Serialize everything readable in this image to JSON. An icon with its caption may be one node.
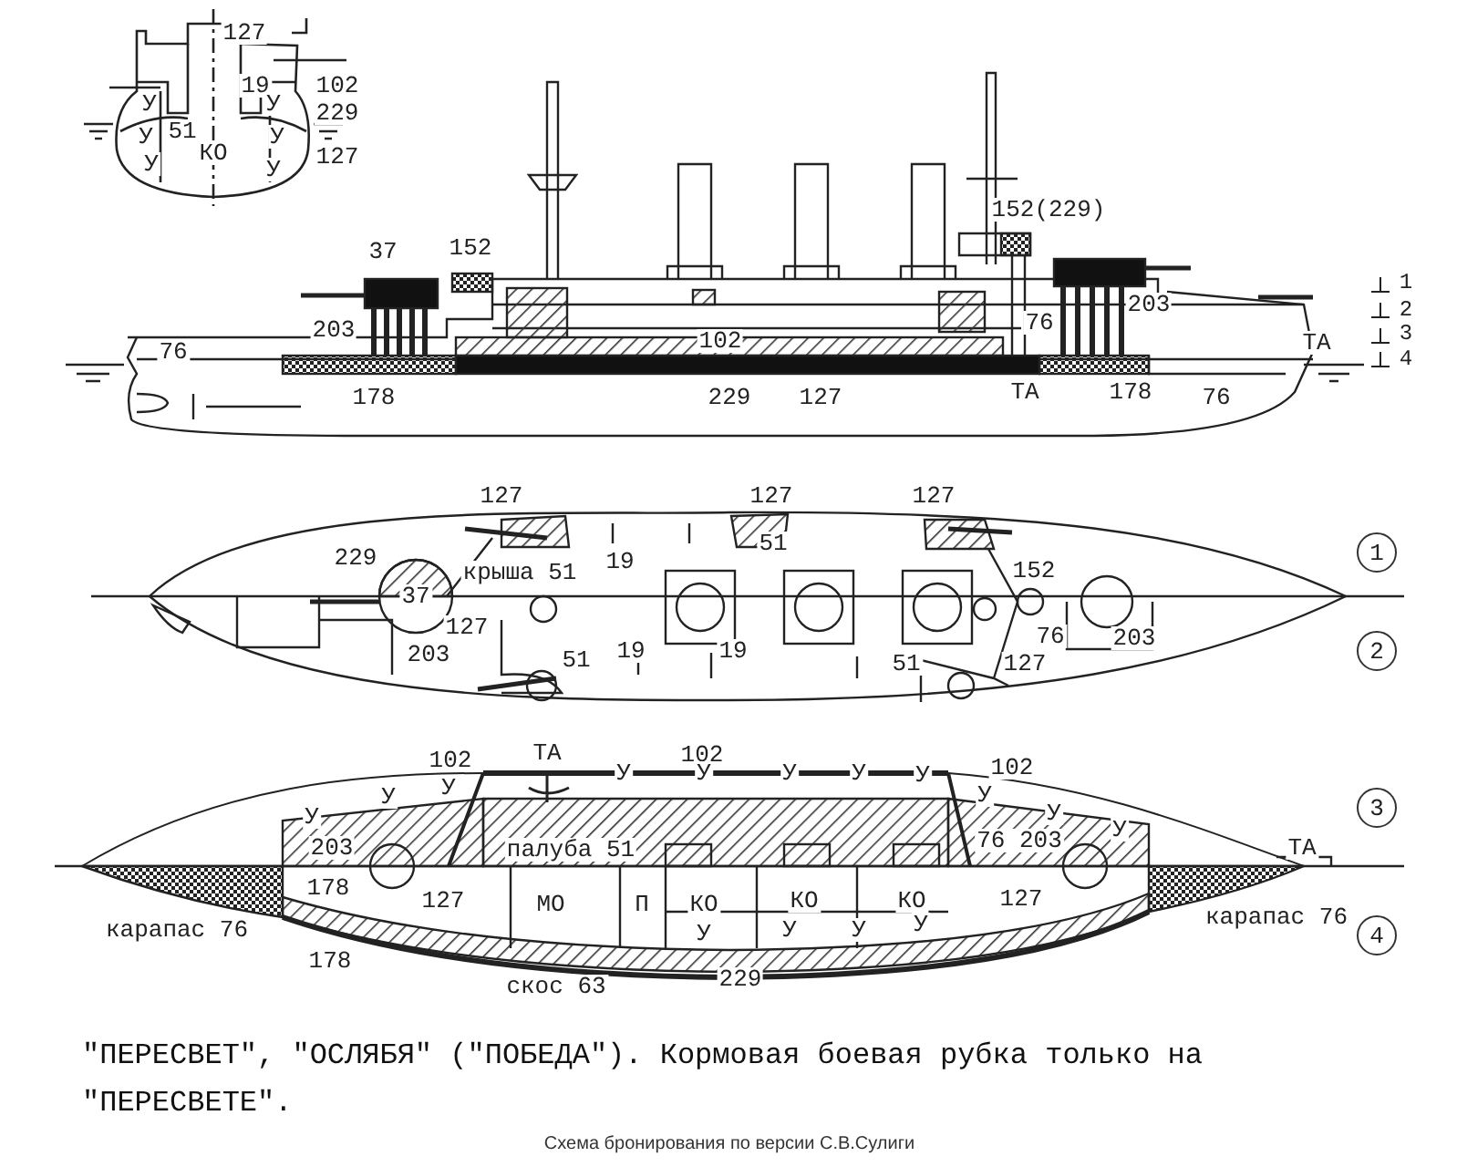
{
  "diagram": {
    "caption": "\"ПЕРЕСВЕТ\", \"ОСЛЯБЯ\" (\"ПОБЕДА\"). Кормовая боевая рубка только на \"ПЕРЕСВЕТЕ\".",
    "labels": [
      "127",
      "19",
      "102",
      "У",
      "У",
      "51",
      "229",
      "У",
      "КО",
      "У",
      "127",
      "У",
      "У",
      "152(229)",
      "37",
      "152",
      "203",
      "203",
      "1",
      "2",
      "3",
      "4",
      "76",
      "76",
      "102",
      "ТА",
      "178",
      "229",
      "127",
      "ТА",
      "178",
      "76",
      "127",
      "127",
      "127",
      "51",
      "229",
      "19",
      "крыша 51",
      "152",
      "1",
      "37",
      "127",
      "203",
      "76",
      "203",
      "19",
      "19",
      "51",
      "51",
      "127",
      "2",
      "102",
      "ТА",
      "102",
      "102",
      "У",
      "У",
      "У",
      "У",
      "У",
      "У",
      "У",
      "У",
      "У",
      "У",
      "У",
      "3",
      "203",
      "палуба 51",
      "76 203",
      "ТА",
      "178",
      "127",
      "МО",
      "П",
      "КО",
      "КО",
      "КО",
      "127",
      "карапас 76",
      "карапас 76",
      "У",
      "У",
      "У",
      "У",
      "4",
      "178",
      "скос 63",
      "229",
      "Схема бронирования по версии С.В.Сулиги"
    ]
  }
}
